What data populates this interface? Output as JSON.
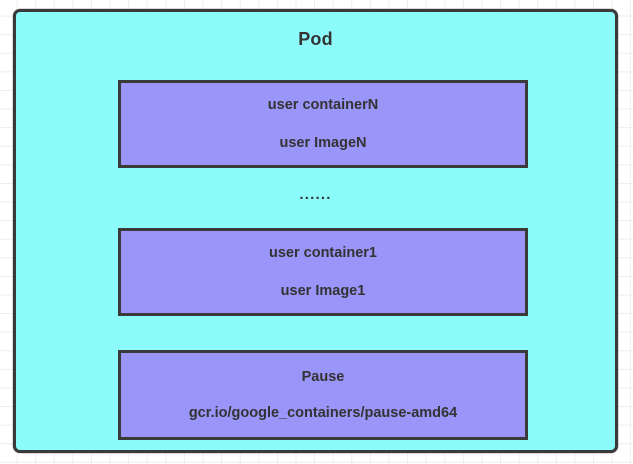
{
  "diagram": {
    "title": "Pod",
    "background": {
      "grid": true,
      "grid_color": "#ededed",
      "page_color": "#ffffff"
    },
    "pod": {
      "label": "Pod",
      "fill_color": "#8cfcfa",
      "border_color": "#3a3a3a"
    },
    "ellipsis": "......",
    "containers": [
      {
        "name": "user containerN",
        "image": "user ImageN",
        "fill_color": "#9a95f9",
        "border_color": "#3a3a3a"
      },
      {
        "name": "user container1",
        "image": "user Image1",
        "fill_color": "#9a95f9",
        "border_color": "#3a3a3a"
      },
      {
        "name": "Pause",
        "image": "gcr.io/google_containers/pause-amd64",
        "fill_color": "#9a95f9",
        "border_color": "#3a3a3a"
      }
    ]
  }
}
